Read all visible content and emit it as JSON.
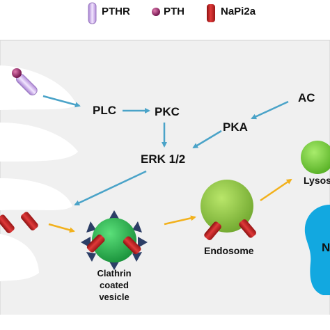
{
  "legend": {
    "pthr": "PTHR",
    "pth": "PTH",
    "napi2a": "NaPi2a"
  },
  "nodes": {
    "plc": "PLC",
    "pkc": "PKC",
    "pka": "PKA",
    "ac": "AC",
    "erk": "ERK 1/2",
    "endosome": "Endosome",
    "lysosome": "Lysos",
    "nucleus": "N",
    "clathrin_line1": "Clathrin",
    "clathrin_line2": "coated",
    "clathrin_line3": "vesicle"
  },
  "colors": {
    "cell": "#f0f0f0",
    "background": "#ffffff",
    "pthr": "#c9a6e8",
    "pth": "#8b1a5c",
    "napi2a": "#d42a2a",
    "signal_arrow": "#4aa3c8",
    "traffic_arrow": "#f2b11c",
    "clathrin_green": "#22b04a",
    "clathrin_coat": "#2c3e66",
    "endosome": "#8cc63f",
    "lysosome": "#7ad13a",
    "nucleus": "#12a8e0"
  }
}
